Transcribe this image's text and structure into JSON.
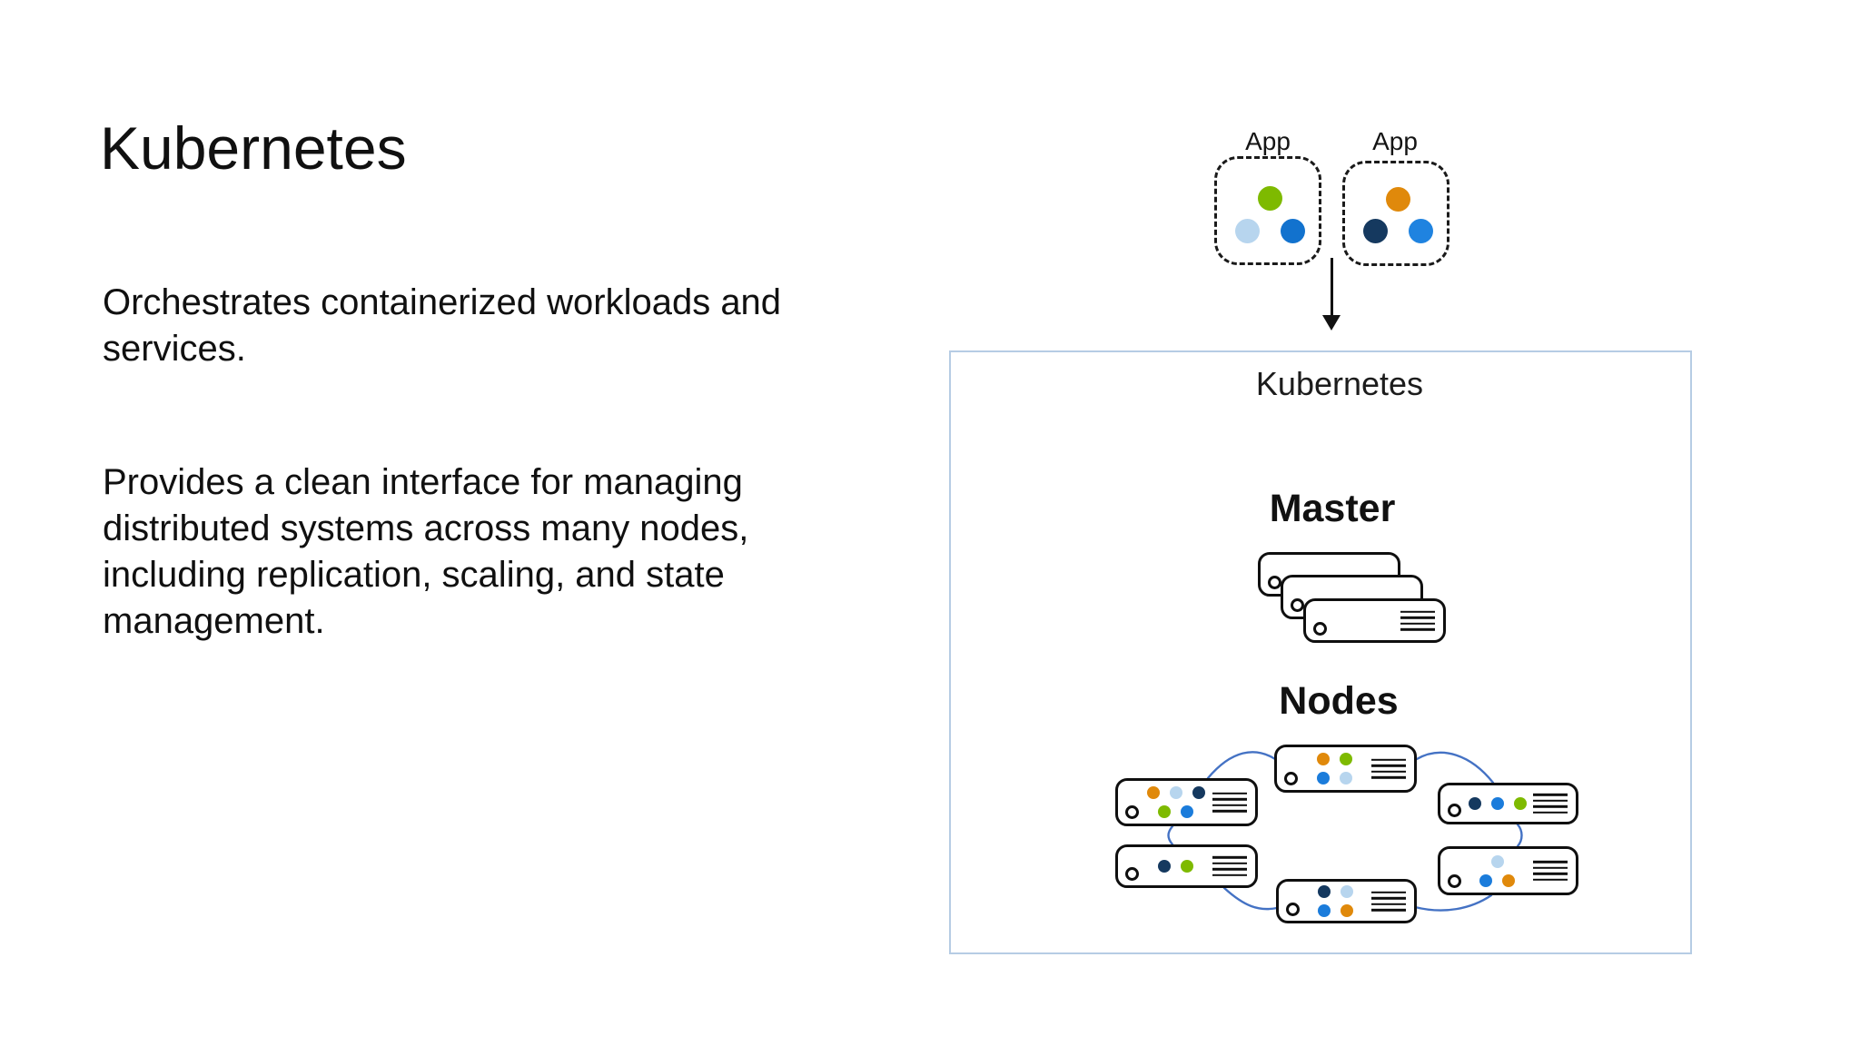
{
  "slide": {
    "title": "Kubernetes",
    "paragraphs": [
      "Orchestrates containerized workloads and\nservices.",
      "Provides a clean interface for managing\ndistributed systems across many nodes,\nincluding replication, scaling, and state\nmanagement."
    ]
  },
  "diagram": {
    "apps": [
      {
        "label": "App",
        "dots": [
          "green",
          "light-blue",
          "app-blue-left"
        ]
      },
      {
        "label": "App",
        "dots": [
          "orange",
          "navy",
          "app-blue-right"
        ]
      }
    ],
    "cluster": {
      "label": "Kubernetes",
      "master": {
        "label": "Master",
        "server_count": 3
      },
      "nodes": {
        "label": "Nodes",
        "servers": [
          {
            "id": "top-center",
            "dot_rows": [
              [
                "orange",
                "green"
              ],
              [
                "blue",
                "light-blue"
              ]
            ]
          },
          {
            "id": "upper-left",
            "dot_rows": [
              [
                "orange",
                "light-blue",
                "navy"
              ],
              [
                "green",
                "blue"
              ]
            ]
          },
          {
            "id": "upper-right",
            "dot_rows": [
              [
                "navy",
                "blue",
                "green"
              ]
            ]
          },
          {
            "id": "lower-left",
            "dot_rows": [
              [
                "navy",
                "green"
              ]
            ]
          },
          {
            "id": "lower-right",
            "dot_rows": [
              [
                "light-blue"
              ],
              [
                "blue",
                "orange"
              ]
            ]
          },
          {
            "id": "bottom-center",
            "dot_rows": [
              [
                "navy",
                "light-blue"
              ],
              [
                "blue",
                "orange"
              ]
            ]
          }
        ]
      }
    },
    "colors": {
      "green": "#7eba00",
      "orange": "#e0890b",
      "navy": "#15395f",
      "blue": "#1b7cdb",
      "light-blue": "#b7d5ee",
      "app-blue-left": "#1272ce",
      "app-blue-right": "#1f83e0",
      "connector": "#4472c4",
      "cluster-border": "#b6cce4"
    }
  }
}
